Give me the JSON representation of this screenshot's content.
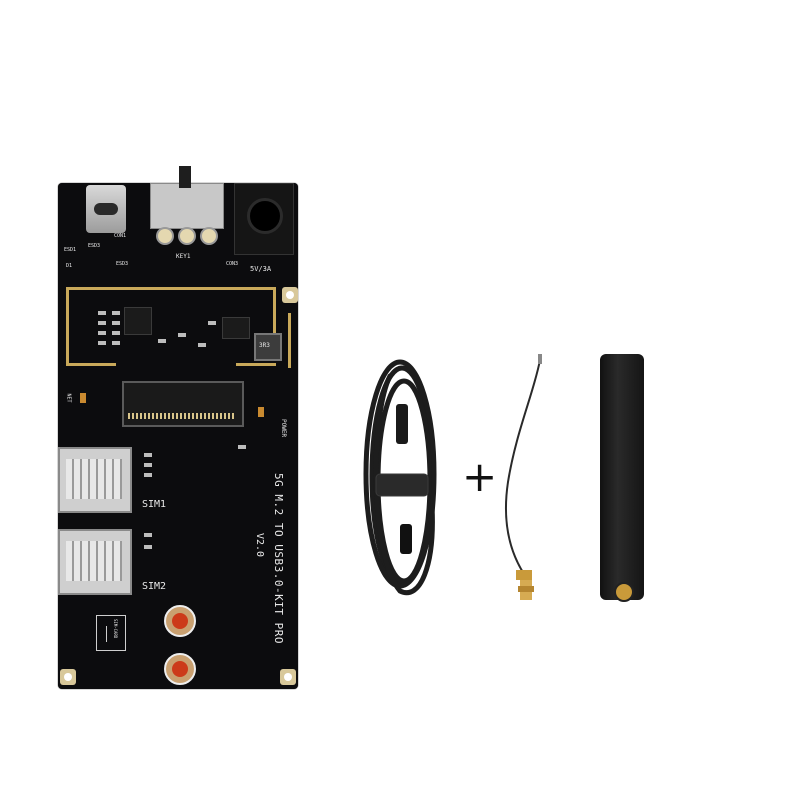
{
  "board": {
    "title": "5G M.2 TO USB3.0-KIT PRO",
    "version": "V2.0",
    "sim1": "SIM1",
    "sim2": "SIM2",
    "power": "POWER",
    "power_rating": "5V/3A",
    "key": "KEY1",
    "con": "CON1",
    "con3": "CON3",
    "net": "NET",
    "sim_card": "SIM-CARD",
    "d1": "D1",
    "esd1": "ESD1",
    "esd2": "ESD3",
    "esd3": "ESD3",
    "inductor": "3R3"
  },
  "plus_sign": "+",
  "colors": {
    "pcb": "#0c0c0e",
    "gold": "#c9a95a",
    "antenna": "#1a1a1a",
    "background": "#ffffff"
  }
}
